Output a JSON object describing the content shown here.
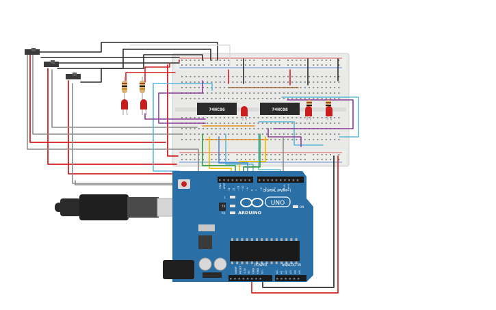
{
  "circuit": {
    "chips": [
      {
        "label": "74HC86"
      },
      {
        "label": "74HC08"
      }
    ],
    "arduino": {
      "logo_text": "ARDUINO",
      "model": "UNO",
      "digital_label": "DIGITAL (PWM~)",
      "power_label": "POWER",
      "analog_label": "ANALOG IN",
      "on_label": "ON",
      "led_labels": [
        "L",
        "TX",
        "RX"
      ],
      "aref_label": "AREF",
      "gnd_label": "GND",
      "digital_pins": [
        "13",
        "12",
        "~11",
        "~10",
        "~9",
        "8",
        "7",
        "~6",
        "~5",
        "4",
        "~3",
        "2",
        "TX→1",
        "RX←0"
      ],
      "power_pins": [
        "IOREF",
        "RESET",
        "3.3V",
        "5V",
        "GND",
        "GND",
        "Vin"
      ],
      "analog_pins": [
        "A0",
        "A1",
        "A2",
        "A3",
        "A4",
        "A5"
      ]
    },
    "colors": {
      "board": "#2a6fa6",
      "breadboard": "#e8e8e6",
      "wire_red": "#d42020",
      "wire_black": "#2a2a2a",
      "wire_gray": "#8a8a8a",
      "wire_cyan": "#5ab8d8",
      "wire_purple": "#8a3a9a",
      "wire_yellow": "#e8c000",
      "wire_orange": "#e88a20",
      "wire_green": "#3aa040",
      "wire_brown": "#9a6a3a",
      "led_red": "#c81e1e",
      "chip": "#2a2a2a"
    },
    "icons": [
      "usb-connector-icon",
      "dc-jack-icon",
      "reset-button-icon",
      "slide-switch-icon",
      "resistor-icon",
      "led-icon"
    ]
  }
}
